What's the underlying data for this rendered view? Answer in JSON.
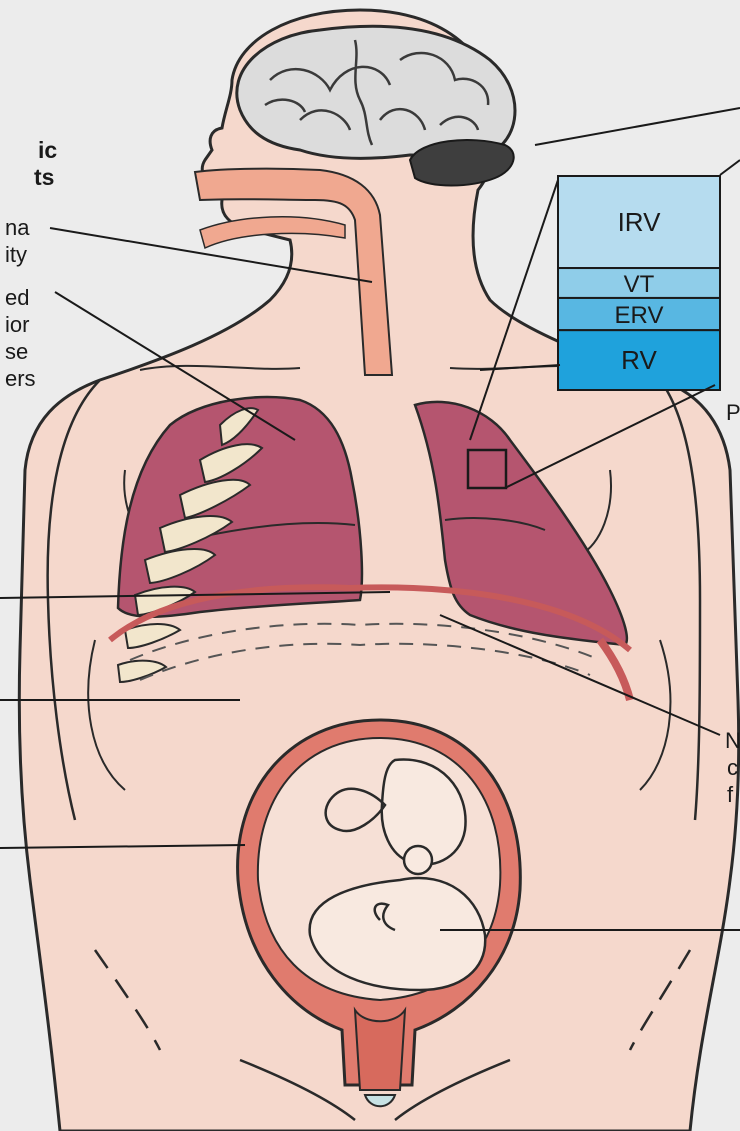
{
  "labels": {
    "left_heading": [
      "ic",
      "ts"
    ],
    "left_group_1": [
      "na",
      "ity"
    ],
    "left_group_2": [
      "ed",
      "ior",
      "se",
      "ers"
    ],
    "right_mid": [
      "P"
    ],
    "right_lower": [
      "N",
      "c",
      "f"
    ]
  },
  "lung_volumes": {
    "segments": [
      {
        "name": "IRV",
        "label": "IRV",
        "share": 0.4,
        "color": "#b6dcef"
      },
      {
        "name": "VT",
        "label": "VT",
        "share": 0.13,
        "color": "#8fcde9"
      },
      {
        "name": "ERV",
        "label": "ERV",
        "share": 0.14,
        "color": "#58b7e2"
      },
      {
        "name": "RV",
        "label": "RV",
        "share": 0.26,
        "color": "#1fa2dc"
      }
    ]
  },
  "colors": {
    "background": "#ececec",
    "skin": "#f5d8cc",
    "lung": "#b5556f",
    "uterus": "#e07b6e",
    "airway": "#f0a890",
    "outline": "#2a2a2a"
  }
}
